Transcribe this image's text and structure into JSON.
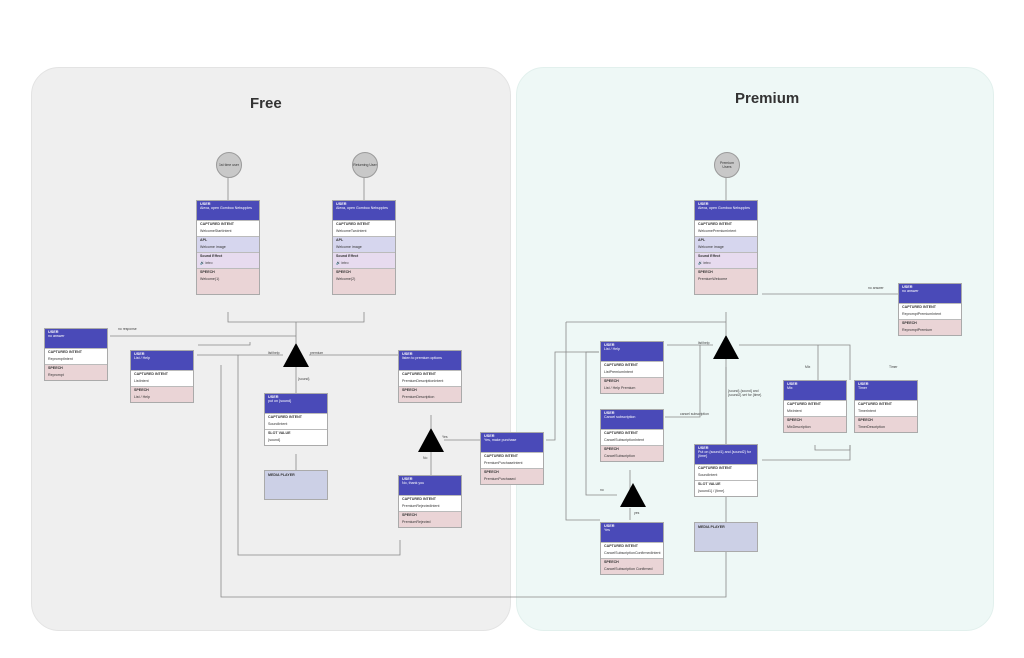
{
  "panels": {
    "free_title": "Free",
    "premium_title": "Premium"
  },
  "starts": {
    "first_time": "1st time user",
    "returning": "Returning User",
    "premium": "Premium Users"
  },
  "nodes": {
    "free_welcome": {
      "user": "USER",
      "utterance": "Alexa, open Gomboo Nebupples",
      "intent_title": "CAPTURED INTENT",
      "intent": "WelcomeStartIntent",
      "apl_title": "APL",
      "apl": "Welcome image",
      "sound_title": "Sound Effect",
      "sound": "intro",
      "speech_title": "SPEECH",
      "speech": "Welcome(1)"
    },
    "ret_welcome": {
      "user": "USER",
      "utterance": "Alexa, open Gomboo Nebupples",
      "intent_title": "CAPTURED INTENT",
      "intent": "WelcomeTwoIntent",
      "apl_title": "APL",
      "apl": "Welcome image",
      "sound_title": "Sound Effect",
      "sound": "intro",
      "speech_title": "SPEECH",
      "speech": "Welcome(2)"
    },
    "no_answer_free": {
      "user": "USER",
      "utterance": "no answer",
      "intent_title": "CAPTURED INTENT",
      "intent": "RepromptIntent",
      "speech_title": "SPEECH",
      "speech": "Reprompt"
    },
    "list_help_free": {
      "user": "USER",
      "utterance": "List / Help",
      "intent_title": "CAPTURED INTENT",
      "intent": "ListIntent",
      "speech_title": "SPEECH",
      "speech": "List / Help"
    },
    "sound_free": {
      "user": "USER",
      "utterance": "put on {sound}",
      "intent_title": "CAPTURED INTENT",
      "intent": "SoundIntent",
      "slot_title": "SLOT VALUE",
      "slot": "{sound}"
    },
    "media_free": "MEDIA PLAYER",
    "premium_opts": {
      "user": "USER",
      "utterance": "listen to premium options",
      "intent_title": "CAPTURED INTENT",
      "intent": "PremiumDescriptionIntent",
      "speech_title": "SPEECH",
      "speech": "PremiumDescription"
    },
    "no_thank": {
      "user": "USER",
      "utterance": "No, thank you",
      "intent_title": "CAPTURED INTENT",
      "intent": "PremiumRejectedIntent",
      "speech_title": "SPEECH",
      "speech": "PremiumRejected"
    },
    "purchase": {
      "user": "USER",
      "utterance": "Yes, make purchase",
      "intent_title": "CAPTURED INTENT",
      "intent": "PremiumPurchaseIntent",
      "speech_title": "SPEECH",
      "speech": "PremiumPurchased"
    },
    "prem_welcome": {
      "user": "USER",
      "utterance": "Alexa, open Gomboo Nebupples",
      "intent_title": "CAPTURED INTENT",
      "intent": "WelcomePremiumIntent",
      "apl_title": "APL",
      "apl": "Welcome image",
      "sound_title": "Sound Effect",
      "sound": "intro",
      "speech_title": "SPEECH",
      "speech": "PremiumWelcome"
    },
    "no_answer_prem": {
      "user": "USER",
      "utterance": "no answer",
      "intent_title": "CAPTURED INTENT",
      "intent": "RepromptPremiumIntent",
      "speech_title": "SPEECH",
      "speech": "RepromptPremium"
    },
    "list_help_prem": {
      "user": "USER",
      "utterance": "List / Help",
      "intent_title": "CAPTURED INTENT",
      "intent": "ListPremiumIntent",
      "speech_title": "SPEECH",
      "speech": "List / Help Premium"
    },
    "cancel_sub": {
      "user": "USER",
      "utterance": "Cancel subscription",
      "intent_title": "CAPTURED INTENT",
      "intent": "CancelSubscriptionIntent",
      "speech_title": "SPEECH",
      "speech": "CancelSubscription"
    },
    "yes_cancel": {
      "user": "USER",
      "utterance": "Yes",
      "intent_title": "CAPTURED INTENT",
      "intent": "CancelSubscriptionConfirmedIntent",
      "speech_title": "SPEECH",
      "speech": "CancelSubscription Confirmed"
    },
    "mix": {
      "user": "USER",
      "utterance": "Mix",
      "intent_title": "CAPTURED INTENT",
      "intent": "MixIntent",
      "speech_title": "SPEECH",
      "speech": "MixDescription"
    },
    "timer": {
      "user": "USER",
      "utterance": "Timer",
      "intent_title": "CAPTURED INTENT",
      "intent": "TimerIntent",
      "speech_title": "SPEECH",
      "speech": "TimerDescription"
    },
    "sound_prem": {
      "user": "USER",
      "utterance": "Put on {sound1} and {sound2} for {time}",
      "intent_title": "CAPTURED INTENT",
      "intent": "SoundIntent",
      "slot_title": "SLOT VALUE",
      "slot": "{sound1} / {time}"
    },
    "media_prem": "MEDIA PLAYER"
  },
  "edge_labels": {
    "no_response": "no response",
    "list_help": "list/help",
    "premium": "premium",
    "sound": "{sound}",
    "yes": "Yes",
    "no": "No",
    "no_answer": "no answer",
    "list_help_prem": "list/help",
    "cancel": "cancel subscription",
    "sounds": "{sound} {sound} and {sound2} set for {time}",
    "mix": "Mix",
    "timer": "Timer",
    "no2": "no",
    "yes2": "yes"
  }
}
